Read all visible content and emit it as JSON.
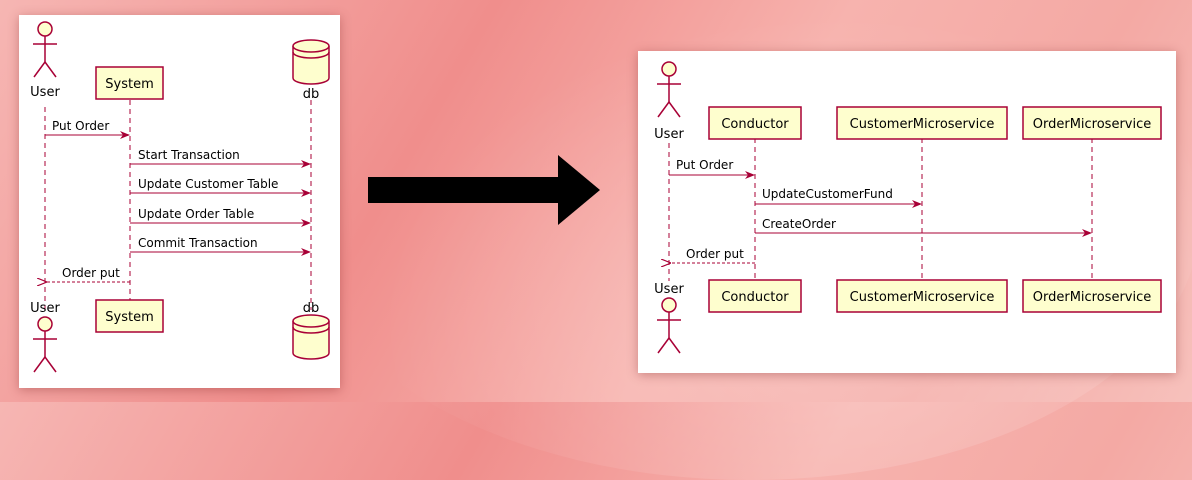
{
  "left_diagram": {
    "participants": {
      "user": "User",
      "system": "System",
      "db": "db"
    },
    "messages": [
      {
        "text": "Put Order"
      },
      {
        "text": "Start Transaction"
      },
      {
        "text": "Update Customer Table"
      },
      {
        "text": "Update Order Table"
      },
      {
        "text": "Commit Transaction"
      },
      {
        "text": "Order put"
      }
    ]
  },
  "right_diagram": {
    "participants": {
      "user": "User",
      "conductor": "Conductor",
      "customer": "CustomerMicroservice",
      "order": "OrderMicroservice"
    },
    "messages": [
      {
        "text": "Put Order"
      },
      {
        "text": "UpdateCustomerFund"
      },
      {
        "text": "CreateOrder"
      },
      {
        "text": "Order put"
      }
    ]
  },
  "colors": {
    "arrow": "#a80036",
    "lifeline": "#a80036",
    "box_fill": "#fefece",
    "box_stroke": "#a80036",
    "big_arrow": "#000000"
  }
}
